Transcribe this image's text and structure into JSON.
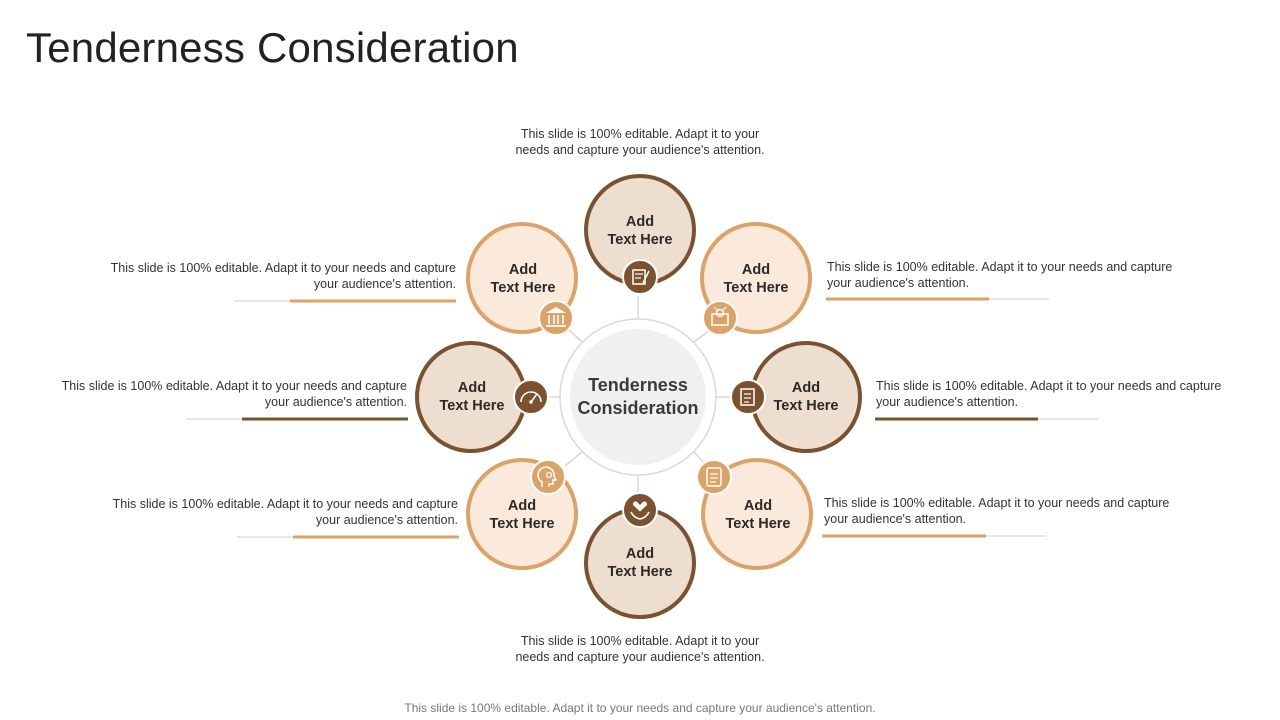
{
  "title": "Tenderness Consideration",
  "center": {
    "line1": "Tenderness",
    "line2": "Consideration"
  },
  "node_label": {
    "line1": "Add",
    "line2": "Text Here"
  },
  "descriptions": {
    "top": {
      "line1": "This slide is 100% editable. Adapt it to your",
      "line2": "needs and capture your audience's attention."
    },
    "top_left": {
      "line1": "This slide is 100% editable. Adapt it to your needs and capture",
      "line2": "your audience's attention."
    },
    "top_right": {
      "line1": "This slide is 100% editable. Adapt it to your needs and capture",
      "line2": "your audience's attention."
    },
    "left": {
      "line1": "This slide is 100% editable. Adapt it to your needs and capture",
      "line2": "your audience's attention."
    },
    "right": {
      "line1": "This slide is 100% editable. Adapt it to your needs and capture",
      "line2": "your audience's attention."
    },
    "bottom_left": {
      "line1": "This slide is 100% editable. Adapt it to your needs and capture",
      "line2": "your audience's attention."
    },
    "bottom_right": {
      "line1": "This slide is 100% editable. Adapt it to your needs and capture",
      "line2": "your audience's attention."
    },
    "bottom": {
      "line1": "This slide is 100% editable. Adapt it to your",
      "line2": "needs and capture your audience's attention."
    }
  },
  "footer": "This slide is 100% editable. Adapt it to your needs and capture your audience's attention.",
  "colors": {
    "dark_brown": "#7a5230",
    "light_orange": "#dba26a",
    "dark_fill": "#eeded0",
    "light_fill": "#fbe9db",
    "center_fill": "#f0f0f0",
    "ring": "#d9d9d9"
  },
  "icons": [
    "notepad-icon",
    "machine-icon",
    "document-icon",
    "checklist-icon",
    "hands-heart-icon",
    "head-gear-icon",
    "speedometer-icon",
    "bank-icon"
  ]
}
